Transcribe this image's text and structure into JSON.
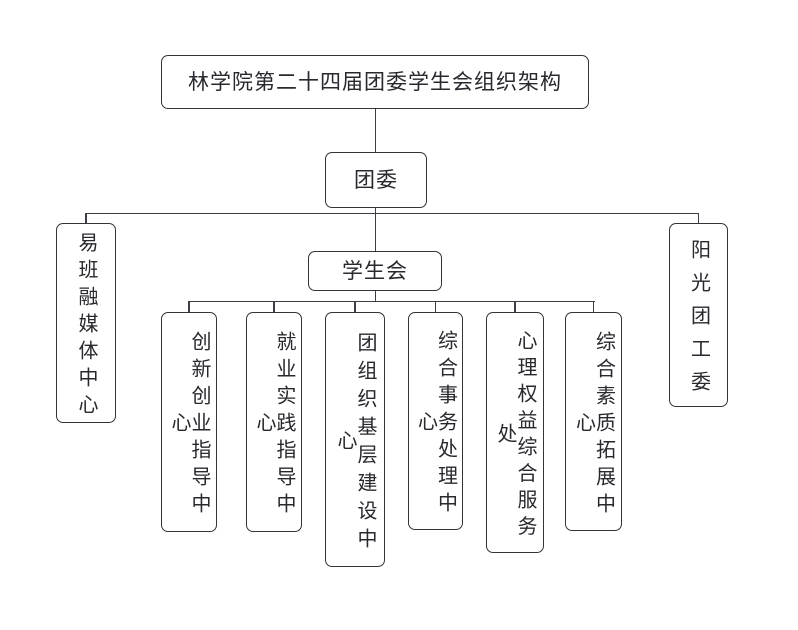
{
  "diagram": {
    "title": "林学院第二十四届团委学生会组织架构",
    "level1": {
      "label": "团委"
    },
    "level2": {
      "left": {
        "label": "易班融媒体中心"
      },
      "center": {
        "label": "学生会"
      },
      "right": {
        "label": "阳光团工委"
      }
    },
    "level3": [
      {
        "label": "创新创业指导中心"
      },
      {
        "label": "就业实践指导中心"
      },
      {
        "label": "团组织基层建设中心"
      },
      {
        "label": "综合事务处理中心"
      },
      {
        "label": "心理权益综合服务处"
      },
      {
        "label": "综合素质拓展中心"
      }
    ],
    "colors": {
      "background": "#ffffff",
      "node_fill": "#ffffff",
      "node_border": "#33333a",
      "connector": "#3d3d45",
      "text": "#28282e"
    }
  }
}
